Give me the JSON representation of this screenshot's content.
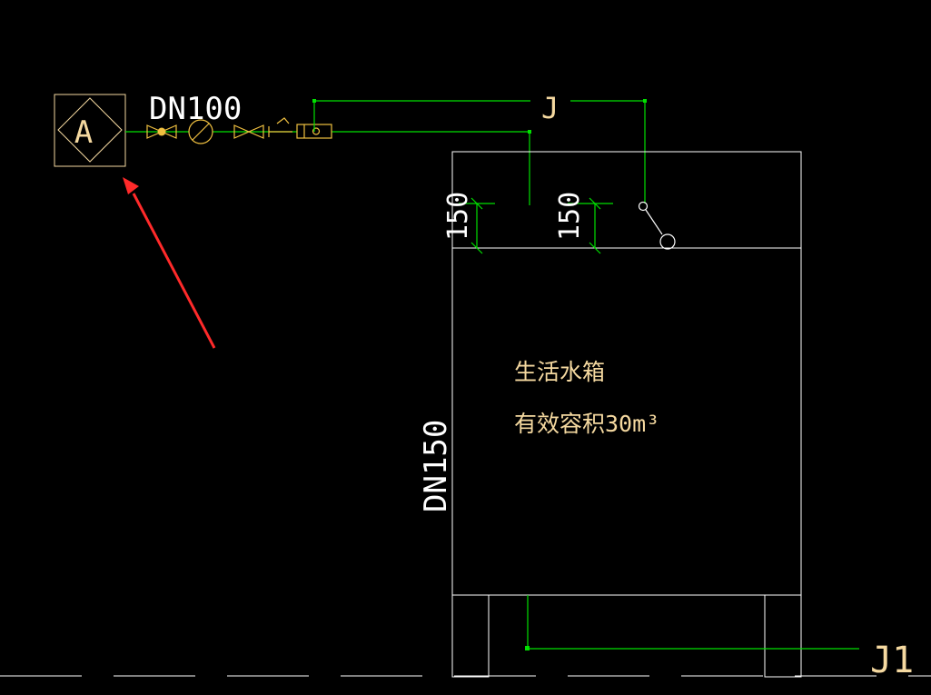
{
  "colors": {
    "background": "#000000",
    "pipe": "#00e000",
    "outline": "#ffffff",
    "fitting": "#f0c040",
    "text_yellow": "#f5d9a0",
    "text_white": "#ffffff",
    "arrow": "#ff2a2a"
  },
  "equipment": {
    "label": "A",
    "icon": "equipment-a-icon"
  },
  "pipe_size_inlet": "DN100",
  "pipe_size_riser": "DN150",
  "line_tag_top": "J",
  "line_tag_bottom": "J1",
  "dimensions": {
    "left": "150",
    "right": "150"
  },
  "tank": {
    "name": "生活水箱",
    "capacity_label": "有效容积30m³"
  },
  "fittings": [
    "gate-valve-icon",
    "pressure-gauge-icon",
    "check-valve-icon",
    "pressure-reducing-valve-icon",
    "water-meter-icon"
  ],
  "annotations": {
    "arrow": "red-pointer-arrow"
  }
}
